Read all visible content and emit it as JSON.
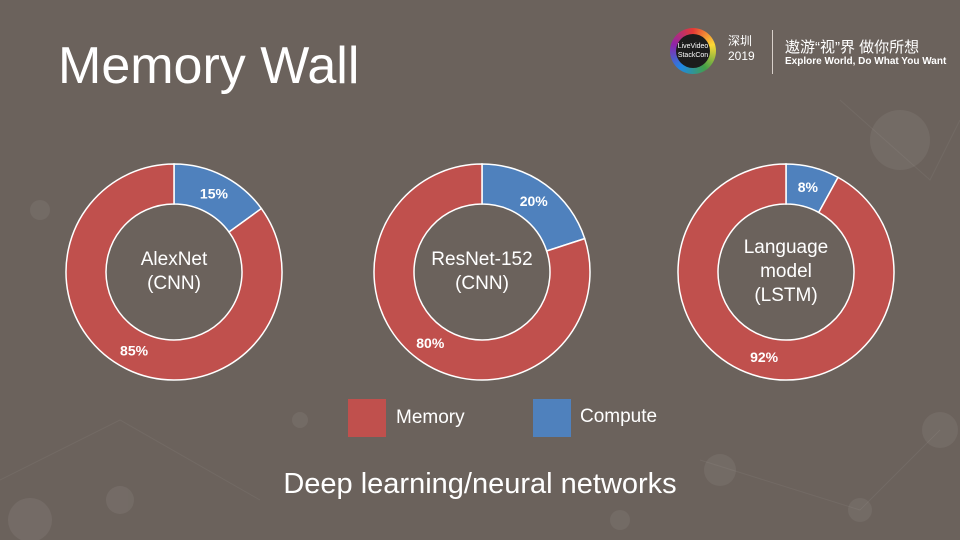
{
  "title": "Memory Wall",
  "caption": "Deep learning/neural networks",
  "logo": {
    "badge_text": "LiveVideo StackCon",
    "city": "深圳",
    "year": "2019",
    "slogan_cn": "遨游“视”界 做你所想",
    "slogan_en": "Explore World, Do What You Want"
  },
  "colors": {
    "background": "#6b625c",
    "memory": "#c0504d",
    "compute": "#4f81bd"
  },
  "chart_data": [
    {
      "type": "pie",
      "donut": true,
      "center_label": "AlexNet\n(CNN)",
      "categories": [
        "Compute",
        "Memory"
      ],
      "values": [
        15,
        85
      ],
      "data_labels": [
        "15%",
        "85%"
      ]
    },
    {
      "type": "pie",
      "donut": true,
      "center_label": "ResNet-152\n(CNN)",
      "categories": [
        "Compute",
        "Memory"
      ],
      "values": [
        20,
        80
      ],
      "data_labels": [
        "20%",
        "80%"
      ]
    },
    {
      "type": "pie",
      "donut": true,
      "center_label": "Language\nmodel\n(LSTM)",
      "categories": [
        "Compute",
        "Memory"
      ],
      "values": [
        8,
        92
      ],
      "data_labels": [
        "8%",
        "92%"
      ]
    }
  ],
  "legend": [
    {
      "label": "Memory",
      "color": "#c0504d"
    },
    {
      "label": "Compute",
      "color": "#4f81bd"
    }
  ]
}
